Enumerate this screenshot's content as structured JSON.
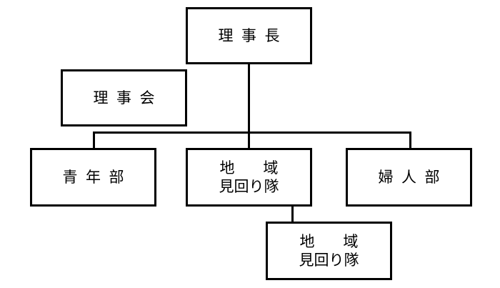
{
  "nodes": {
    "chairman": "理事長",
    "board": "理事会",
    "youth": "青年部",
    "patrol": {
      "line1": "地域",
      "line2": "見回り隊"
    },
    "women": "婦人部",
    "patrol_sub": {
      "line1": "地域",
      "line2": "見回り隊"
    }
  }
}
